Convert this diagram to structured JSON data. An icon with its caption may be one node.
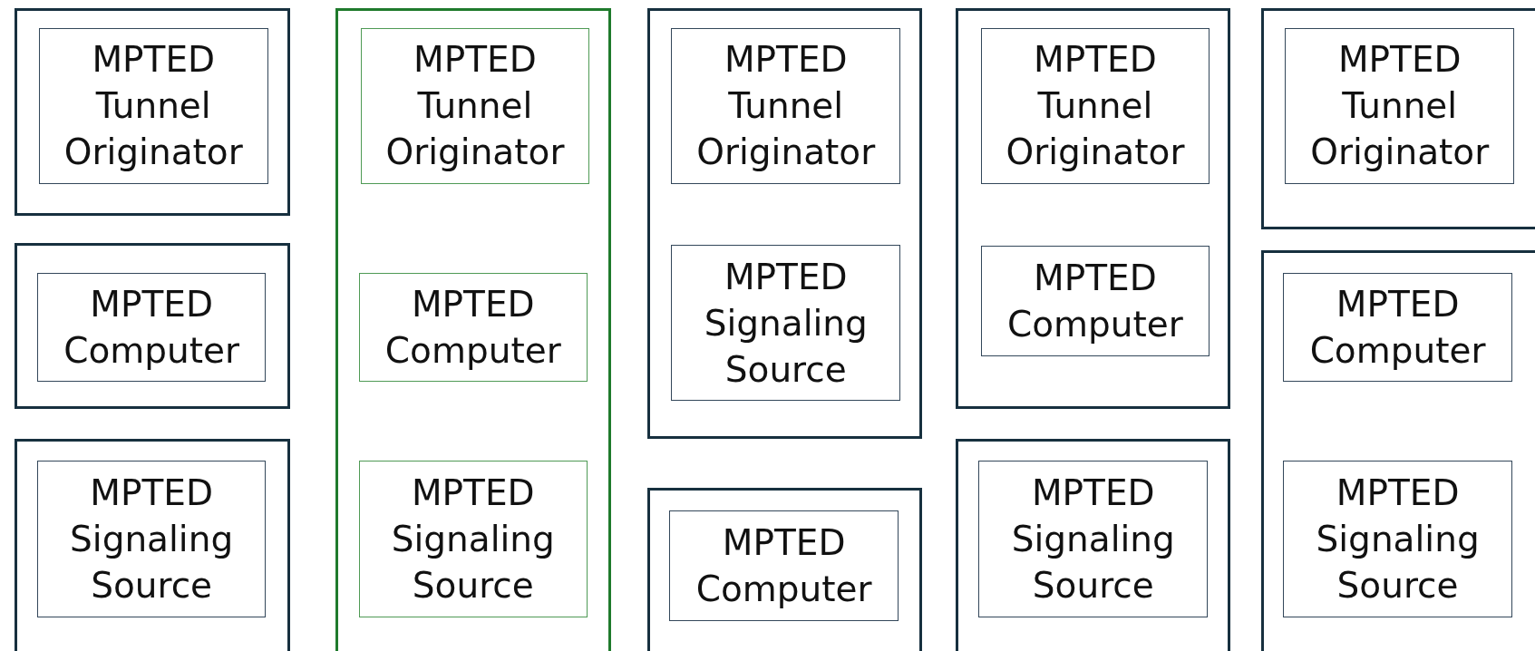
{
  "diagram": {
    "nodes": [
      {
        "text": [],
        "shape": "box"
      },
      {
        "text": [
          "MPTED Tunnel Originator"
        ],
        "in": 0
      },
      {
        "text": [],
        "shape": "box"
      },
      {
        "text": [
          "MPTED Computer"
        ],
        "in": 2
      },
      {
        "text": [],
        "shape": "box"
      },
      {
        "text": [
          "MPTED Signaling Source"
        ],
        "in": 4
      },
      {
        "text": [],
        "shape": "box"
      },
      {
        "text": [
          "MPTED Tunnel Originator"
        ],
        "in": 6
      },
      {
        "text": [
          "MPTED Computer"
        ],
        "in": 6
      },
      {
        "text": [
          "MPTED Signaling Source"
        ],
        "in": 6
      },
      {
        "text": [],
        "shape": "box"
      },
      {
        "text": [
          "MPTED Tunnel Originator"
        ],
        "in": 10
      },
      {
        "text": [
          "MPTED Signaling Source"
        ],
        "in": 10
      },
      {
        "text": [],
        "shape": "box"
      },
      {
        "text": [
          "MPTED Computer"
        ],
        "in": 13
      },
      {
        "text": [],
        "shape": "box"
      },
      {
        "text": [
          "MPTED Tunnel Originator"
        ],
        "in": 15
      },
      {
        "text": [
          "MPTED Computer"
        ],
        "in": 15
      },
      {
        "text": [],
        "shape": "box"
      },
      {
        "text": [
          "MPTED Signaling Source"
        ],
        "in": 18
      },
      {
        "text": [],
        "shape": "box"
      },
      {
        "text": [
          "MPTED Tunnel Originator"
        ],
        "in": 20
      },
      {
        "text": [],
        "shape": "box"
      },
      {
        "text": [
          "MPTED Computer"
        ],
        "in": 22
      },
      {
        "text": [
          "MPTED Signaling Source"
        ],
        "in": 22
      }
    ]
  }
}
